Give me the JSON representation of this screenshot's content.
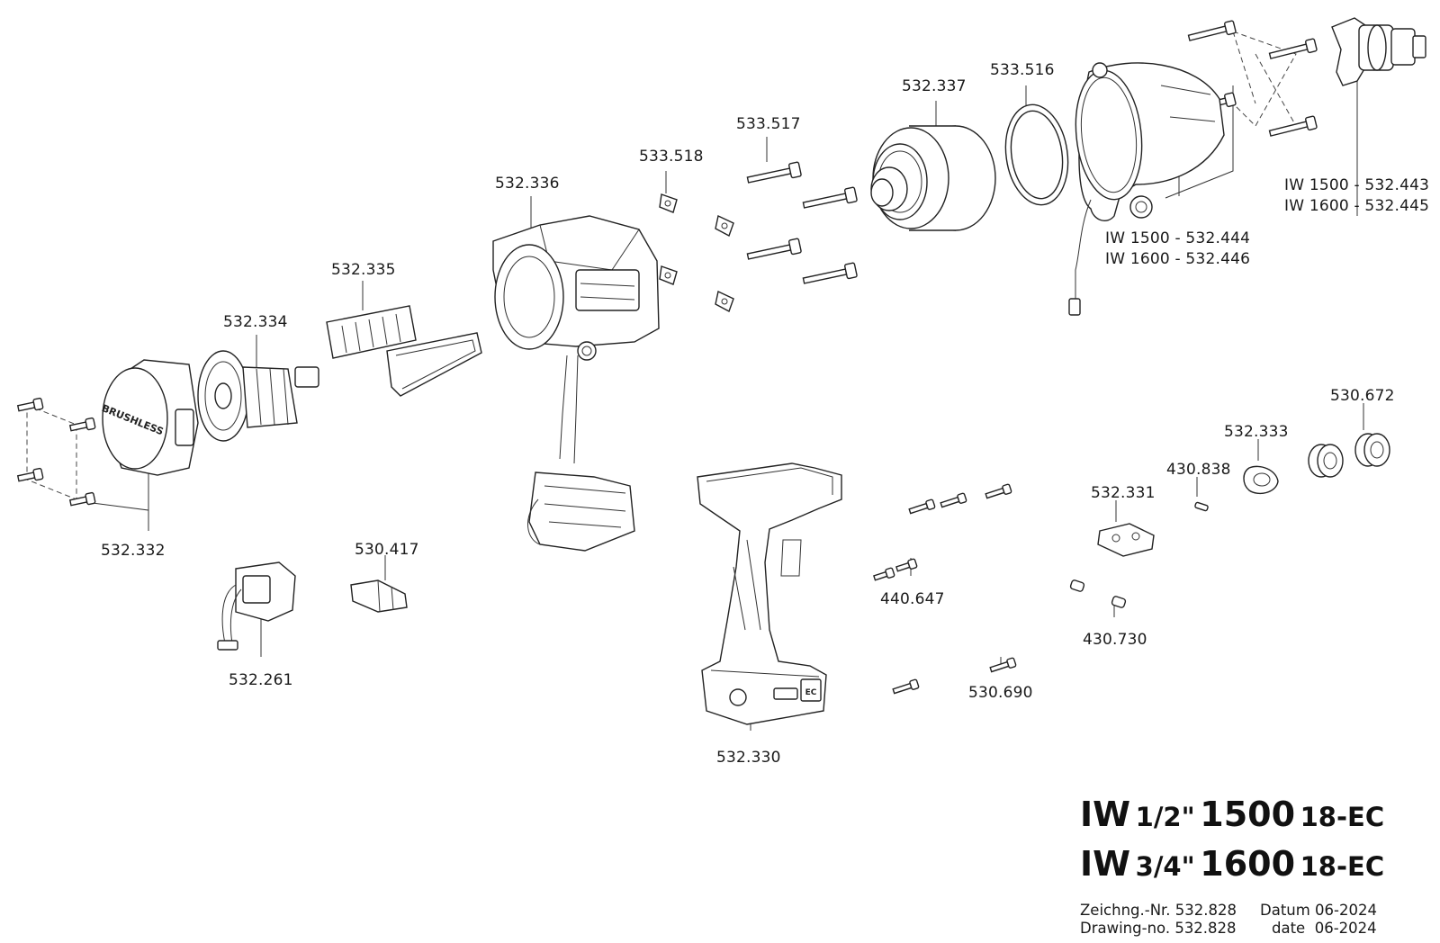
{
  "labels": {
    "p532443": "IW 1500 - 532.443",
    "p532445": "IW 1600 - 532.445",
    "p532444": "IW 1500 - 532.444",
    "p532446": "IW 1600 - 532.446",
    "p532337": "532.337",
    "p533516": "533.516",
    "p533517": "533.517",
    "p533518": "533.518",
    "p532336": "532.336",
    "p532335": "532.335",
    "p532334": "532.334",
    "p532332": "532.332",
    "p530417": "530.417",
    "p532261": "532.261",
    "p532330": "532.330",
    "p440647": "440.647",
    "p530690": "530.690",
    "p430730": "430.730",
    "p532331": "532.331",
    "p430838": "430.838",
    "p532333": "532.333",
    "p530672": "530.672"
  },
  "stamp": "BRUSHLESS",
  "battery_mark": "EC",
  "title": {
    "line1": {
      "prefix": "IW",
      "size": "1/2\"",
      "model": "1500",
      "suffix": "18-EC"
    },
    "line2": {
      "prefix": "IW",
      "size": "3/4\"",
      "model": "1600",
      "suffix": "18-EC"
    }
  },
  "drawing_info": {
    "de_label": "Zeichng.-Nr. 532.828",
    "de_date": "Datum 06-2024",
    "en_label": "Drawing-no. 532.828",
    "en_date": "date  06-2024"
  }
}
